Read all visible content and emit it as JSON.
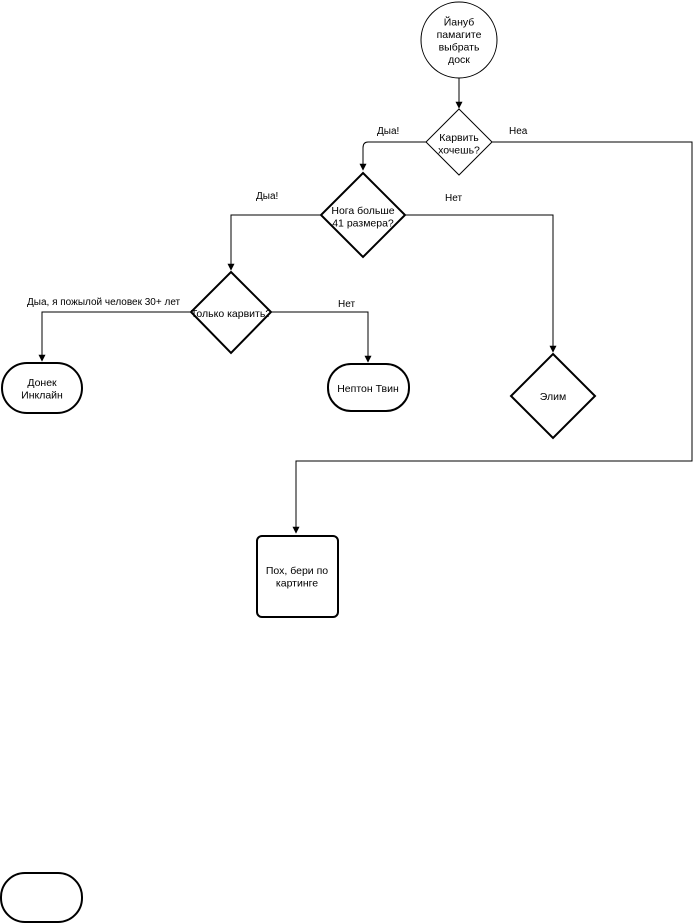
{
  "nodes": {
    "start": [
      "Йануб",
      "памагите",
      "выбрать",
      "доск"
    ],
    "q_carve": [
      "Карвить",
      "хочешь?"
    ],
    "q_leg": [
      "Нога больше",
      "41 размера?"
    ],
    "q_only": [
      "Только карвить?"
    ],
    "r_donek": [
      "Донек",
      "Инклайн"
    ],
    "r_nepton": [
      "Нептон Твин"
    ],
    "r_elim": [
      "Элим"
    ],
    "r_karting": [
      "Пох, бери по",
      "картинге"
    ],
    "r_empty": []
  },
  "edges": {
    "carve_yes": "Дыа!",
    "carve_no": "Неа",
    "leg_yes": "Дыа!",
    "leg_no": "Нет",
    "only_yes": "Дыа, я пожылой человек 30+ лет",
    "only_no": "Нет"
  }
}
